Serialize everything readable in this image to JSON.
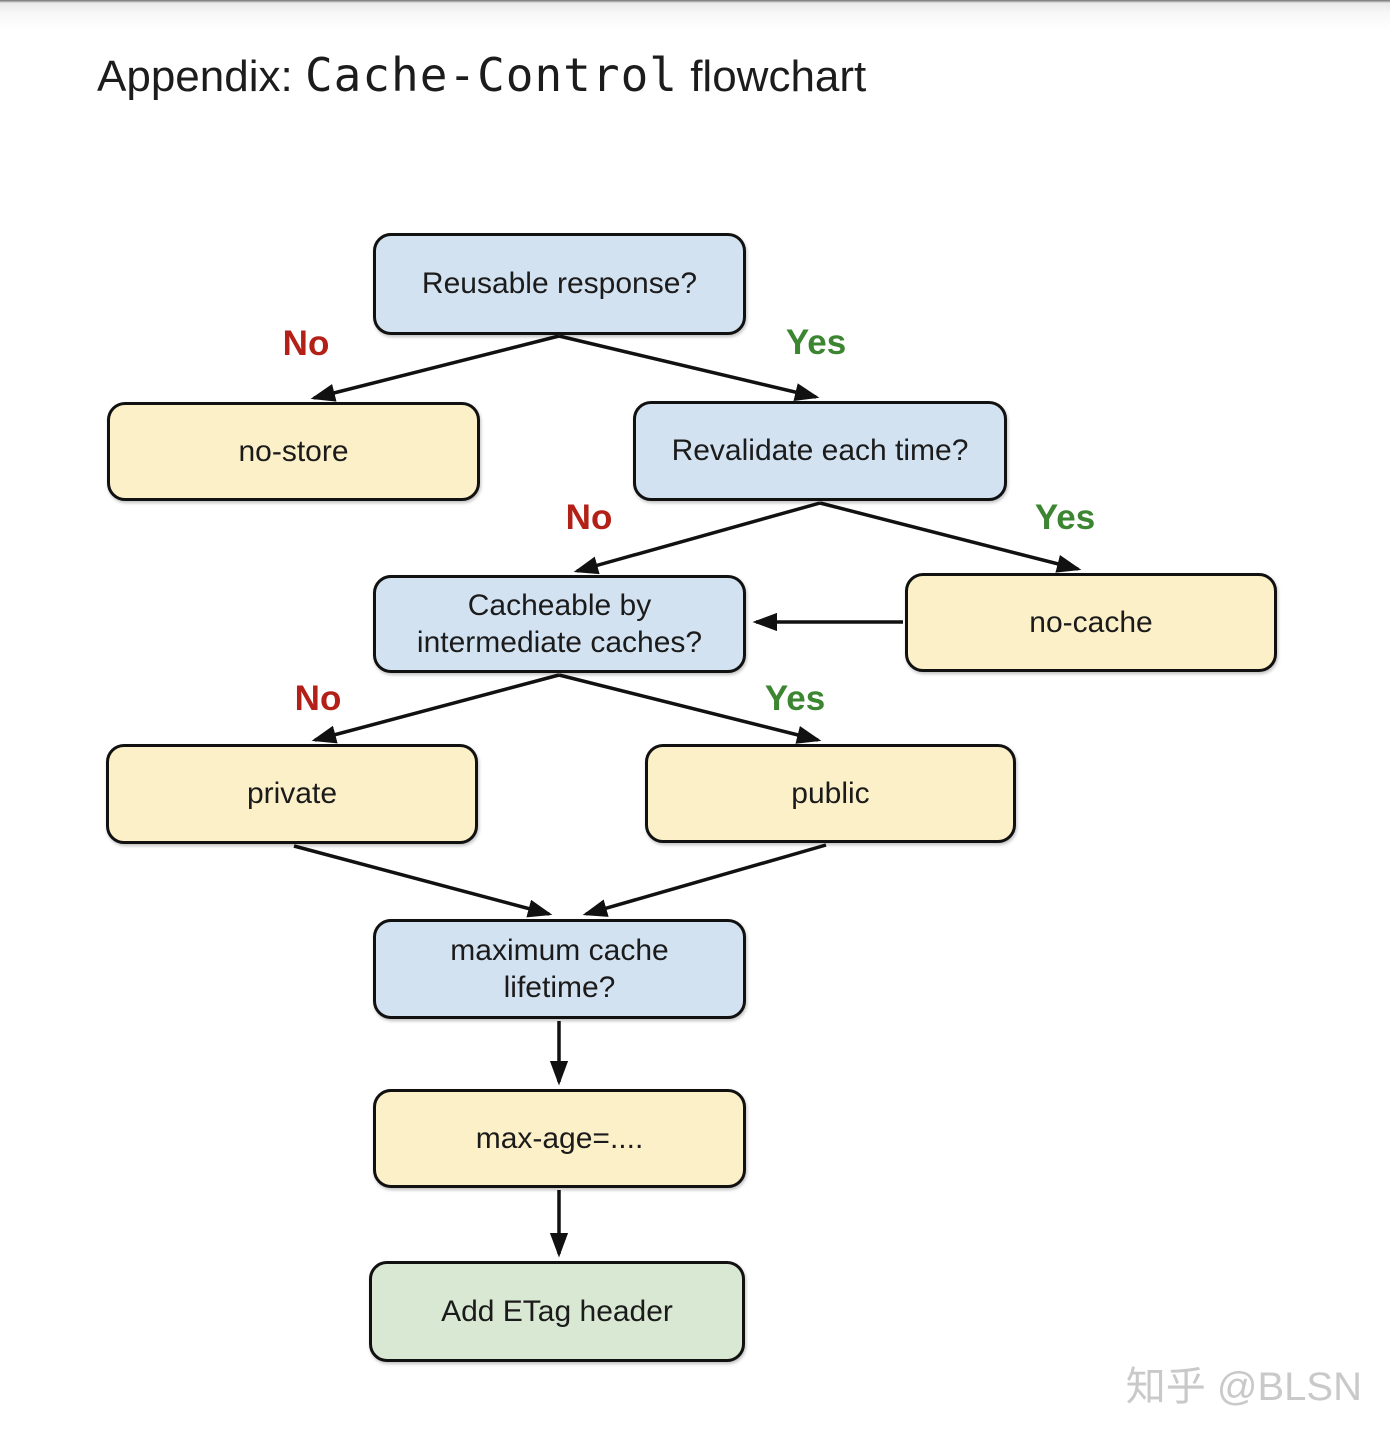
{
  "page": {
    "title": {
      "prefix": "Appendix: ",
      "code": "Cache-Control",
      "suffix": " flowchart"
    },
    "watermark": "知乎 @BLSN"
  },
  "flowchart": {
    "colors": {
      "decision_fill": "#d3e2f1",
      "directive_fill": "#fcf0c8",
      "action_fill": "#d9e8d3",
      "box_border": "#111111",
      "arrow": "#111111",
      "no_label": "#b32017",
      "yes_label": "#3c8531"
    },
    "nodes": {
      "reusable": {
        "label": "Reusable response?",
        "type": "decision"
      },
      "no_store": {
        "label": "no-store",
        "type": "directive"
      },
      "revalidate": {
        "label": "Revalidate each time?",
        "type": "decision"
      },
      "cacheable": {
        "label": "Cacheable by\nintermediate caches?",
        "type": "decision"
      },
      "no_cache": {
        "label": "no-cache",
        "type": "directive"
      },
      "private": {
        "label": "private",
        "type": "directive"
      },
      "public": {
        "label": "public",
        "type": "directive"
      },
      "max_lifetime": {
        "label": "maximum cache\nlifetime?",
        "type": "decision"
      },
      "max_age": {
        "label": "max-age=....",
        "type": "directive"
      },
      "etag": {
        "label": "Add ETag header",
        "type": "action"
      }
    },
    "edge_labels": {
      "no1": "No",
      "yes1": "Yes",
      "no2": "No",
      "yes2": "Yes",
      "no3": "No",
      "yes3": "Yes"
    },
    "edges": [
      {
        "from": "reusable",
        "to": "no_store",
        "label": "No"
      },
      {
        "from": "reusable",
        "to": "revalidate",
        "label": "Yes"
      },
      {
        "from": "revalidate",
        "to": "cacheable",
        "label": "No"
      },
      {
        "from": "revalidate",
        "to": "no_cache",
        "label": "Yes"
      },
      {
        "from": "no_cache",
        "to": "cacheable",
        "label": ""
      },
      {
        "from": "cacheable",
        "to": "private",
        "label": "No"
      },
      {
        "from": "cacheable",
        "to": "public",
        "label": "Yes"
      },
      {
        "from": "private",
        "to": "max_lifetime",
        "label": ""
      },
      {
        "from": "public",
        "to": "max_lifetime",
        "label": ""
      },
      {
        "from": "max_lifetime",
        "to": "max_age",
        "label": ""
      },
      {
        "from": "max_age",
        "to": "etag",
        "label": ""
      }
    ]
  }
}
